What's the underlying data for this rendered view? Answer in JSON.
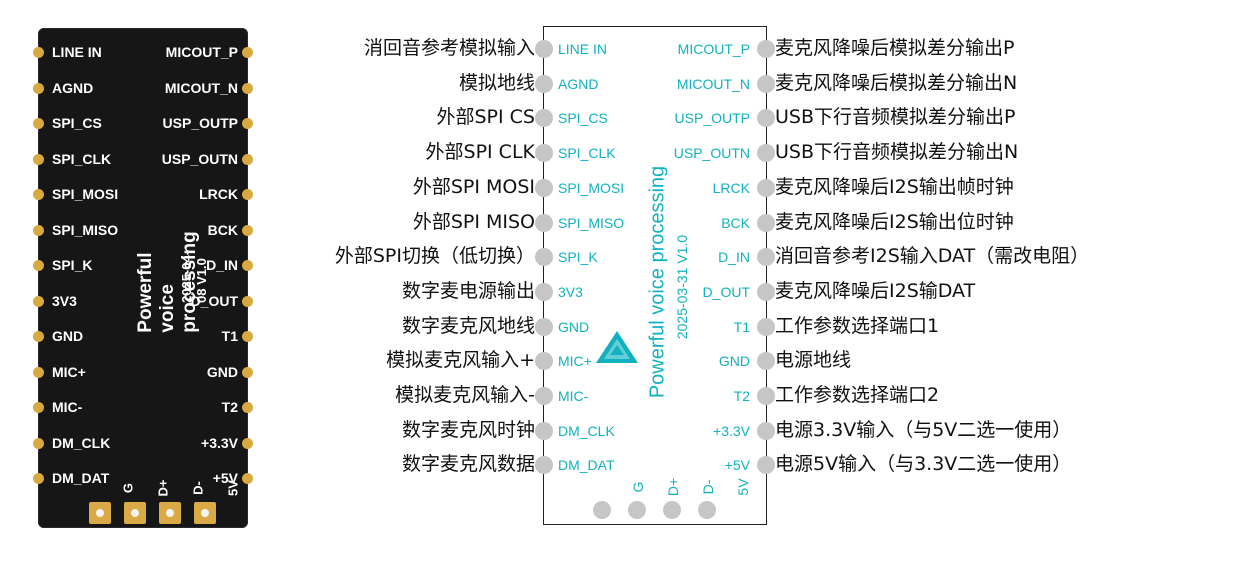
{
  "board": {
    "left_pins": [
      "LINE IN",
      "AGND",
      "SPI_CS",
      "SPI_CLK",
      "SPI_MOSI",
      "SPI_MISO",
      "SPI_K",
      "3V3",
      "GND",
      "MIC+",
      "MIC-",
      "DM_CLK",
      "DM_DAT"
    ],
    "right_pins": [
      "MICOUT_P",
      "MICOUT_N",
      "USP_OUTP",
      "USP_OUTN",
      "LRCK",
      "BCK",
      "D_IN",
      "D_OUT",
      "T1",
      "GND",
      "T2",
      "+3.3V",
      "+5V"
    ],
    "bottom_pins": [
      "G",
      "D+",
      "D-",
      "5V"
    ],
    "title": "Powerful voice processing",
    "version": "2025-04-08 V1.0"
  },
  "chip": {
    "left_pins": [
      "LINE IN",
      "AGND",
      "SPI_CS",
      "SPI_CLK",
      "SPI_MOSI",
      "SPI_MISO",
      "SPI_K",
      "3V3",
      "GND",
      "MIC+",
      "MIC-",
      "DM_CLK",
      "DM_DAT"
    ],
    "right_pins": [
      "MICOUT_P",
      "MICOUT_N",
      "USP_OUTP",
      "USP_OUTN",
      "LRCK",
      "BCK",
      "D_IN",
      "D_OUT",
      "T1",
      "GND",
      "T2",
      "+3.3V",
      "+5V"
    ],
    "bottom_pins": [
      "G",
      "D+",
      "D-",
      "5V"
    ],
    "title": "Powerful voice processing",
    "version": "2025-03-31 V1.0"
  },
  "left_desc": [
    "消回音参考模拟输入",
    "模拟地线",
    "外部SPI CS",
    "外部SPI CLK",
    "外部SPI MOSI",
    "外部SPI MISO",
    "外部SPI切换（低切换）",
    "数字麦电源输出",
    "数字麦克风地线",
    "模拟麦克风输入+",
    "模拟麦克风输入-",
    "数字麦克风时钟",
    "数字麦克风数据"
  ],
  "right_desc": [
    "麦克风降噪后模拟差分输出P",
    "麦克风降噪后模拟差分输出N",
    "USB下行音频模拟差分输出P",
    "USB下行音频模拟差分输出N",
    "麦克风降噪后I2S输出帧时钟",
    "麦克风降噪后I2S输出位时钟",
    "消回音参考I2S输入DAT（需改电阻）",
    "麦克风降噪后I2S输DAT",
    "工作参数选择端口1",
    "电源地线",
    "工作参数选择端口2",
    "电源3.3V输入（与5V二选一使用）",
    "电源5V输入（与3.3V二选一使用）"
  ],
  "colors": {
    "label_cyan": "#11b2bf",
    "pad_gold": "#d8a941",
    "board_black": "#161616",
    "dot_gray": "#c6c6c6"
  }
}
